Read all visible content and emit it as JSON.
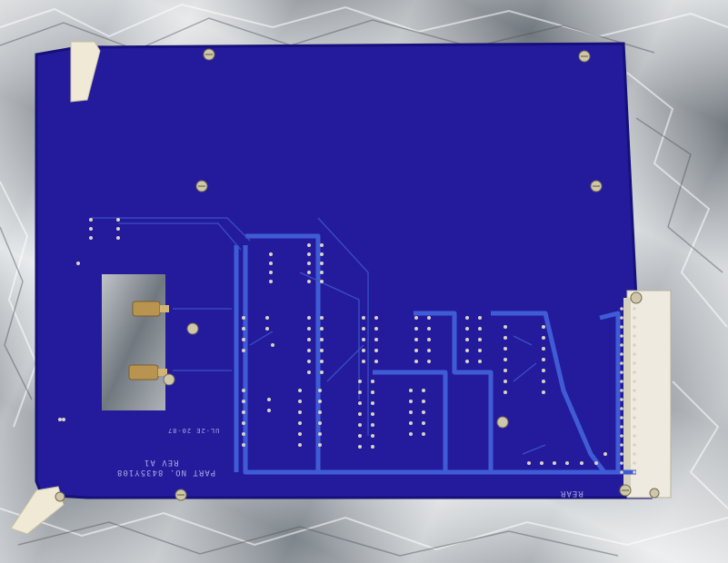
{
  "scene": {
    "description_hidden": "",
    "colors": {
      "board": "#241b9c",
      "board_dark": "#1a1385",
      "trace": "#3f5cd6",
      "pad": "#d9d3c4",
      "foil_light": "#e3e6e8",
      "foil_dark": "#6f767d",
      "screw": "#cfc7a8",
      "connector": "#eeeadf",
      "copper": "#b89450"
    }
  },
  "silkscreen": {
    "part_no": "PART NO. 8435Y108",
    "rev": "REV A1",
    "mark": "REAR",
    "code": "UL-2E 20-87"
  }
}
